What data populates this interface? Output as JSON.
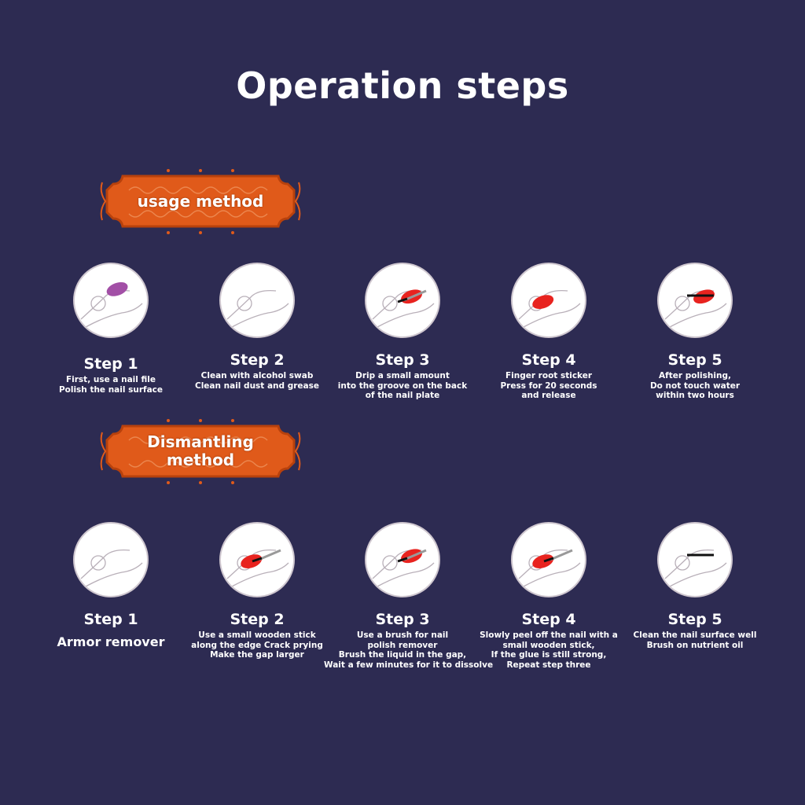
{
  "title": "Operation steps",
  "usage": {
    "banner": "usage method",
    "steps": [
      {
        "label": "Step 1",
        "desc": [
          "First, use a nail file",
          "Polish the nail surface"
        ],
        "nail": "#a24fa6",
        "icon": "nail-file-icon"
      },
      {
        "label": "Step 2",
        "desc": [
          "Clean with alcohol swab",
          "Clean nail dust and grease"
        ],
        "nail": "",
        "icon": "clean-nail-icon"
      },
      {
        "label": "Step 3",
        "desc": [
          "Drip a small amount",
          "into the groove on the back",
          "of the nail plate"
        ],
        "nail": "#e8231f",
        "icon": "glue-drip-icon"
      },
      {
        "label": "Step 4",
        "desc": [
          "Finger root sticker",
          "Press for 20 seconds",
          "and release"
        ],
        "nail": "#e8231f",
        "icon": "press-nail-icon"
      },
      {
        "label": "Step 5",
        "desc": [
          "After polishing,",
          "Do not touch water",
          "within two hours"
        ],
        "nail": "#e8231f",
        "icon": "polish-nail-icon"
      }
    ]
  },
  "dismantling": {
    "banner": [
      "Dismantling",
      "method"
    ],
    "steps": [
      {
        "label": "Step 1",
        "desc": [
          "Armor remover"
        ],
        "nail": "",
        "icon": "remover-bottle-icon"
      },
      {
        "label": "Step 2",
        "desc": [
          "Use a small wooden stick",
          "along the edge Crack prying",
          "Make the gap larger"
        ],
        "nail": "#e8231f",
        "icon": "wooden-stick-icon"
      },
      {
        "label": "Step 3",
        "desc": [
          "Use a brush for nail",
          "polish remover",
          "Brush the liquid in the gap,",
          "Wait a few minutes for it to dissolve"
        ],
        "nail": "#e8231f",
        "icon": "brush-remover-icon"
      },
      {
        "label": "Step 4",
        "desc": [
          "Slowly peel off the nail with a",
          "small wooden stick,",
          "If the glue is still strong,",
          "Repeat step three"
        ],
        "nail": "#e8231f",
        "icon": "peel-nail-icon"
      },
      {
        "label": "Step 5",
        "desc": [
          "Clean the nail surface well",
          "Brush on nutrient oil"
        ],
        "nail": "",
        "icon": "nutrient-oil-icon"
      }
    ]
  },
  "colors": {
    "background": "#2d2b52",
    "banner": "#e05a1a",
    "banner_dark": "#b8410c"
  }
}
